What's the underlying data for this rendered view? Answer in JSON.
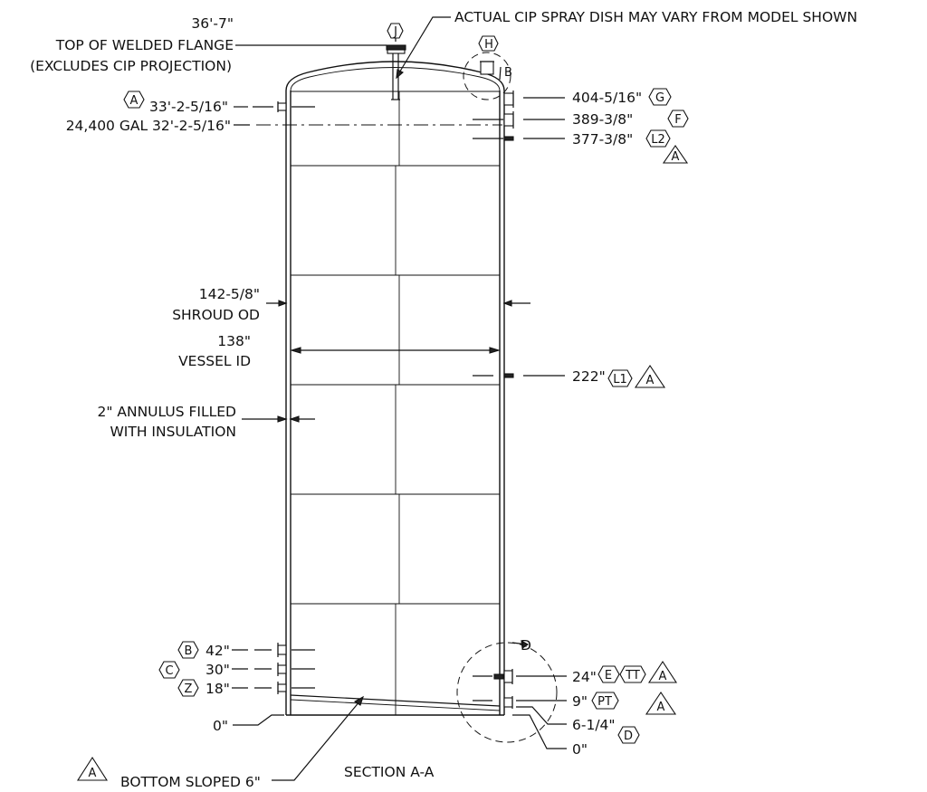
{
  "title": "SECTION A-A",
  "top": {
    "height": "36'-7\"",
    "line1": "TOP OF WELDED FLANGE",
    "line2": "(EXCLUDES CIP PROJECTION)",
    "tag": "J"
  },
  "cip_note": "ACTUAL CIP SPRAY DISH MAY VARY FROM MODEL SHOWN",
  "h_tag": "H",
  "b_tag_top": "B",
  "left_top": {
    "rev": "A",
    "level": "33'-2-5/16\"",
    "capacity": "24,400 GAL 32'-2-5/16\""
  },
  "right_top": [
    {
      "value": "404-5/16\"",
      "tag": "G"
    },
    {
      "value": "389-3/8\"",
      "tag": "F"
    },
    {
      "value": "377-3/8\"",
      "tag": "L2",
      "rev": "A"
    }
  ],
  "shroud": {
    "dim": "142-5/8\"",
    "label": "SHROUD OD"
  },
  "vessel": {
    "dim": "138\"",
    "label": "VESSEL ID"
  },
  "right_mid": {
    "value": "222\"",
    "tag": "L1",
    "rev": "A"
  },
  "annulus": {
    "line1": "2\" ANNULUS FILLED",
    "line2": "WITH INSULATION"
  },
  "left_bottom": [
    {
      "tag": "B",
      "value": "42\""
    },
    {
      "tag": "C",
      "value": "30\""
    },
    {
      "tag": "Z",
      "value": "18\""
    }
  ],
  "zero_left": "0\"",
  "detail_tag": "D",
  "right_bottom": {
    "n24": {
      "value": "24\"",
      "tag1": "E",
      "tag2": "TT",
      "rev": "A"
    },
    "n9": {
      "value": "9\"",
      "tag": "PT",
      "rev": "A"
    },
    "n6": {
      "value": "6-1/4\"",
      "tag": "D"
    },
    "zero": "0\""
  },
  "bottom_note": {
    "rev": "A",
    "text": "BOTTOM SLOPED 6\""
  }
}
